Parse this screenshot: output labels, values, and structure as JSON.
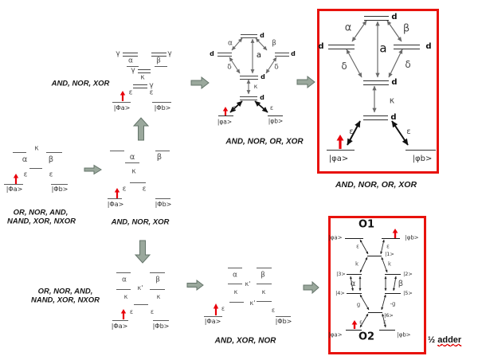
{
  "glyphs": {
    "alpha": "α",
    "beta": "β",
    "gamma": "γ",
    "delta": "δ",
    "epsilon": "ε",
    "kappa": "κ",
    "kappa_prime": "κ'",
    "a": "a",
    "d": "d",
    "k": "k",
    "g": "g",
    "neg_g": "-g",
    "ket_phi_a": "|Φa>",
    "ket_phi_b": "|Φb>",
    "ket_phi_a_sm": "|φa>",
    "ket_phi_b_sm": "|φb>",
    "ket1": "|1>",
    "ket2": "|2>",
    "ket3": "|3>",
    "ket4": "|4>",
    "ket5": "|5>",
    "ket6": "|6>",
    "o1": "O1",
    "o2": "O2"
  },
  "captions": {
    "top_left": "AND, NOR, XOR",
    "mid_left_line1": "OR, NOR, AND,",
    "mid_left_line2": "NAND, XOR, NXOR",
    "mid_center": "AND, NOR, XOR",
    "bottom_left_line1": "OR, NOR, AND,",
    "bottom_left_line2": "NAND, XOR, NXOR",
    "top_third": "AND, NOR, OR, XOR",
    "top_box": "AND, NOR, OR, XOR",
    "bottom_third": "AND, XOR, NOR",
    "half_adder_prefix": "½",
    "half_adder_word": "adder"
  },
  "colors": {
    "red_accent": "#e8000a",
    "box_border": "#e8120c",
    "block_arrow_fill": "#9aa89c",
    "block_arrow_stroke": "#64746a",
    "level_line": "#5c5c5c"
  }
}
